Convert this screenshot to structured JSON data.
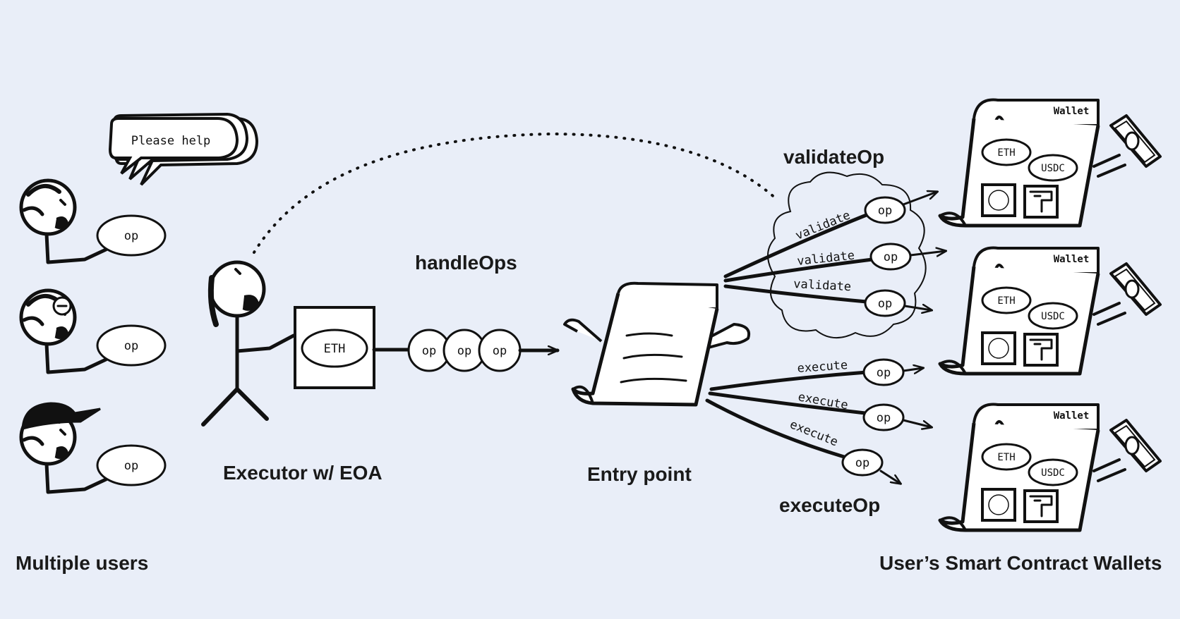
{
  "colors": {
    "background": "#e9eef8",
    "ink": "#111111"
  },
  "labels": {
    "multiple_users": "Multiple users",
    "executor": "Executor w/ EOA",
    "handle_ops": "handleOps",
    "entry_point": "Entry point",
    "validate_op": "validateOp",
    "execute_op": "executeOp",
    "wallets": "User’s Smart Contract Wallets"
  },
  "speech_bubble": "Please help",
  "op": "op",
  "eth": "ETH",
  "usdc": "USDC",
  "wallet": "Wallet",
  "validate": "validate",
  "execute": "execute",
  "icons": [
    "user-icon",
    "executor-icon",
    "entry-point-scroll-icon",
    "wallet-scroll-icon",
    "cloud-icon",
    "banknote-icon",
    "face-nft-icon",
    "pixel-nft-icon"
  ]
}
